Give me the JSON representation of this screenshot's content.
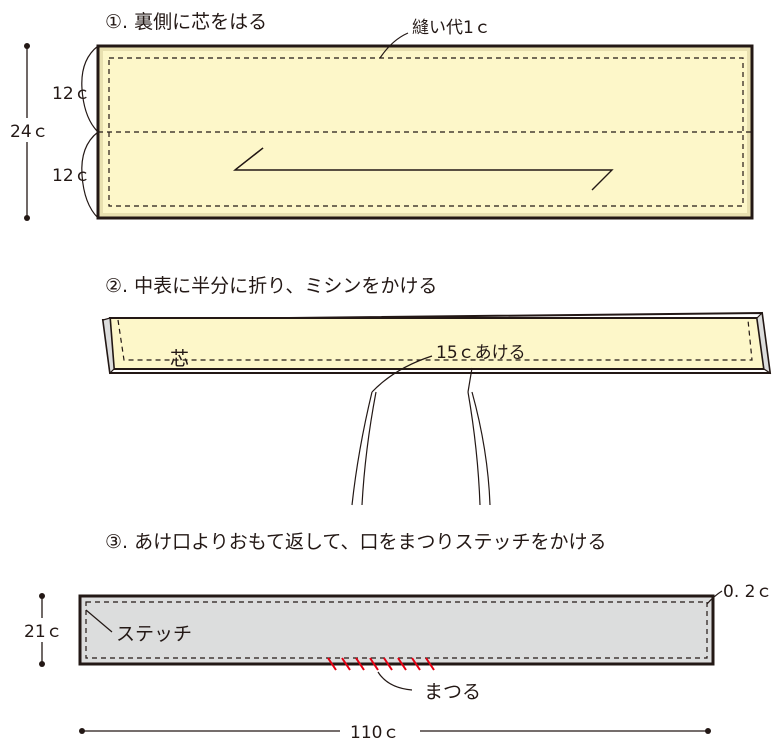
{
  "step1": {
    "title": "①. 裏側に芯をはる",
    "seam_label": "縫い代1ｃ",
    "dim_total": "24ｃ",
    "dim_upper": "12ｃ",
    "dim_lower": "12ｃ"
  },
  "step2": {
    "title": "②. 中表に半分に折り、ミシンをかける",
    "interfacing_label": "芯",
    "opening_label": "15ｃあける"
  },
  "step3": {
    "title": "③. あけ口よりおもて返して、口をまつりステッチをかける",
    "height_label": "21ｃ",
    "stitch_label": "ステッチ",
    "margin_label": "0. 2ｃ",
    "slipstitch_label": "まつる",
    "width_label": "110ｃ"
  },
  "colors": {
    "fabric_yellow": "#fdf7c9",
    "fabric_border_tan": "#e8e0b0",
    "fabric_gray": "#dcdddd",
    "slipstitch_red": "#e60012",
    "outline": "#231815"
  }
}
